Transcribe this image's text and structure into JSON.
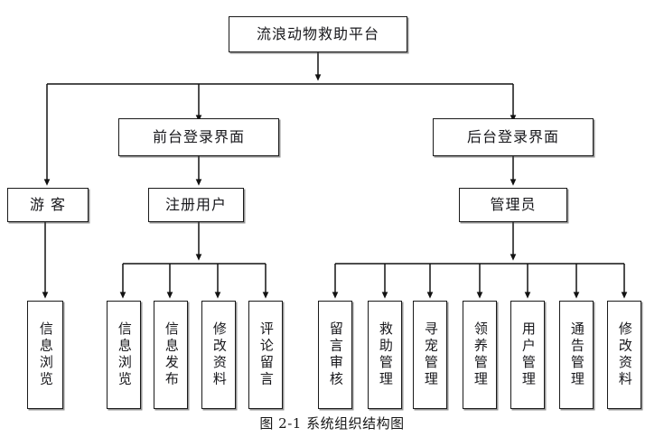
{
  "diagram": {
    "caption": "图 2-1  系统组织结构图",
    "root": {
      "label": "流浪动物救助平台"
    },
    "level2": [
      {
        "label": "前台登录界面"
      },
      {
        "label": "后台登录界面"
      }
    ],
    "level3": [
      {
        "label": "游 客"
      },
      {
        "label": "注册用户"
      },
      {
        "label": "管理员"
      }
    ],
    "guest_children": [
      {
        "label": "信息浏览"
      }
    ],
    "user_children": [
      {
        "label": "信息浏览"
      },
      {
        "label": "信息发布"
      },
      {
        "label": "修改资料"
      },
      {
        "label": "评论留言"
      }
    ],
    "admin_children": [
      {
        "label": "留言审核"
      },
      {
        "label": "救助管理"
      },
      {
        "label": "寻宠管理"
      },
      {
        "label": "领养管理"
      },
      {
        "label": "用户管理"
      },
      {
        "label": "通告管理"
      },
      {
        "label": "修改资料"
      }
    ],
    "colors": {
      "stroke": "#1a1a1a",
      "background": "#ffffff",
      "text": "#17171b"
    }
  }
}
